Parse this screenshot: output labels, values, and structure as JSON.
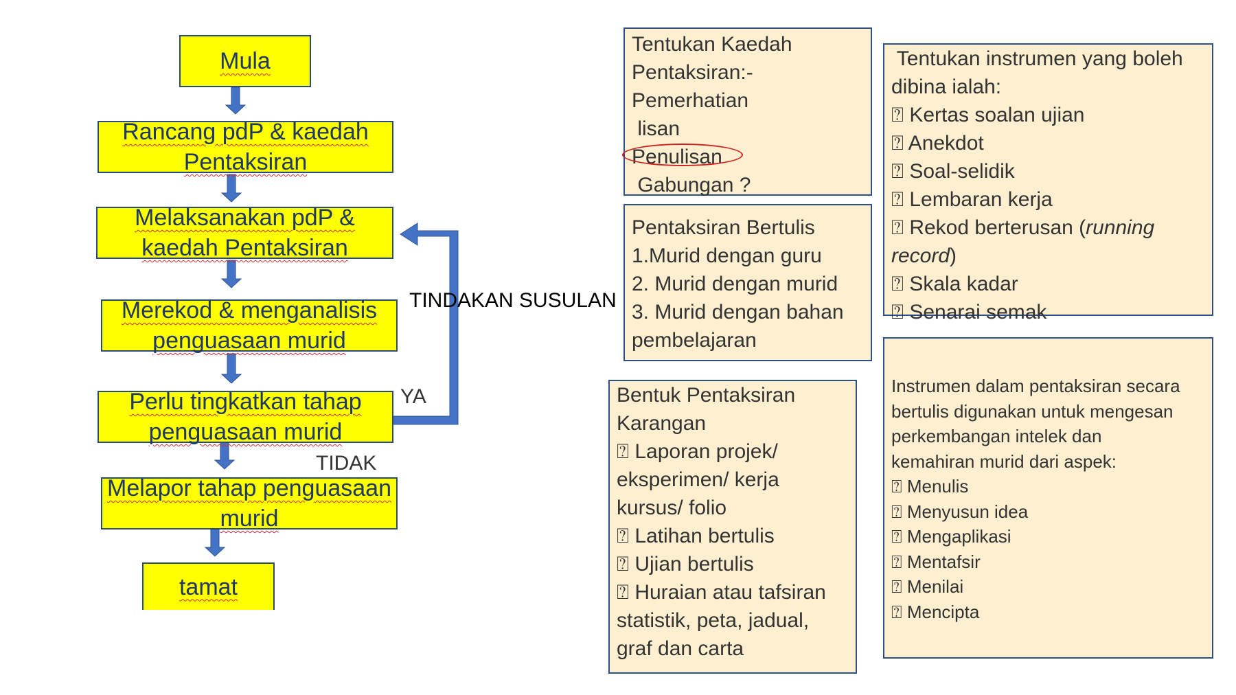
{
  "flowchart": {
    "steps": [
      "Mula",
      "Rancang pdP & kaedah Pentaksiran",
      "Melaksanakan pdP & kaedah Pentaksiran",
      "Merekod & menganalisis penguasaan murid",
      "Perlu tingkatkan tahap penguasaan murid",
      "Melapor tahap penguasaan murid",
      "tamat"
    ],
    "yes_label": "YA",
    "no_label": "TIDAK",
    "loop_label": "TINDAKAN SUSULAN"
  },
  "kaedah_box": {
    "lines": [
      "Tentukan Kaedah",
      "Pentaksiran:-",
      "Pemerhatian",
      " lisan",
      "Penulisan",
      " Gabungan ?"
    ]
  },
  "bertulis_box": {
    "lines": [
      "Pentaksiran Bertulis",
      "1.Murid dengan guru",
      "2. Murid dengan murid",
      "3. Murid dengan bahan",
      "pembelajaran"
    ]
  },
  "bentuk_box": {
    "lines": [
      "Bentuk Pentaksiran",
      "Karangan",
      "⍰ Laporan projek/",
      "eksperimen/ kerja",
      "kursus/ folio",
      "⍰ Latihan bertulis",
      "⍰ Ujian bertulis",
      "⍰ Huraian atau tafsiran",
      "statistik, peta, jadual,",
      "graf dan carta"
    ]
  },
  "instrumen_box": {
    "lines": [
      " Tentukan instrumen yang boleh",
      "dibina ialah:",
      "⍰ Kertas soalan ujian",
      "⍰ Anekdot",
      "⍰ Soal-selidik",
      "⍰ Lembaran kerja"
    ],
    "rekod_prefix": "⍰ Rekod berterusan (",
    "rekod_italic1": "running",
    "rekod_italic2": "record",
    "rekod_suffix": ")",
    "lines_after": [
      "⍰ Skala kadar",
      "⍰ Senarai semak"
    ]
  },
  "intelek_box": {
    "lines": [
      "Instrumen dalam pentaksiran secara",
      "bertulis digunakan untuk mengesan",
      "perkembangan intelek dan",
      "kemahiran murid dari aspek:",
      "⍰ Menulis",
      "⍰ Menyusun idea",
      "⍰ Mengaplikasi",
      "⍰ Mentafsir",
      "⍰ Menilai",
      "⍰ Mencipta"
    ]
  },
  "colors": {
    "flow_box": "#ffff00",
    "arrow": "#4472c4",
    "note_box": "#fdefcf",
    "highlight_oval": "#cc2222"
  }
}
